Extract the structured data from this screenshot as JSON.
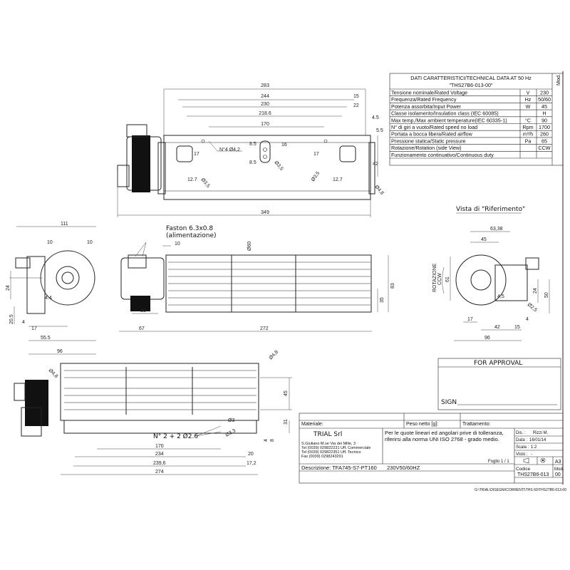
{
  "tech_table": {
    "title": "DATI CARATTERISTICI/TECHNICAL DATA AT 50 Hz",
    "code": "\"THS27B6-013-00\"",
    "mod_label": "Mod.",
    "rows": [
      {
        "label": "Tensione  nominale/Rated Voltage",
        "unit": "V",
        "value": "230"
      },
      {
        "label": "Frequenza/Rated Frequency",
        "unit": "Hz",
        "value": "50/60"
      },
      {
        "label": "Potenza assorbita/Input Power",
        "unit": "W",
        "value": "45"
      },
      {
        "label": "Classe isolamento/Insulation class (IEC 60085)",
        "unit": "",
        "value": "H"
      },
      {
        "label": "Max temp,/Max ambient temperature(IEC 60335-1)",
        "unit": "°C",
        "value": "90"
      },
      {
        "label": "N° di giri a vuoto/Rated speed no load",
        "unit": "Rpm",
        "value": "1700"
      },
      {
        "label": "Portata a bocca libera/Rated airflow",
        "unit": "m³/h",
        "value": "260"
      },
      {
        "label": "Pressione statica/Static pressure",
        "unit": "Pa",
        "value": "65"
      },
      {
        "label": "Rotazione/Rotation (side View)",
        "unit": "",
        "value": "CCW"
      },
      {
        "label": "Funzionamento continuativo/Continuous duty",
        "unit": "",
        "value": ""
      }
    ]
  },
  "top_view": {
    "dims": [
      "283",
      "244",
      "230",
      "218.6",
      "170",
      "15",
      "22",
      "4.5",
      "5.5",
      "42",
      "16",
      "8.5",
      "8.5",
      "17",
      "17",
      "12.7",
      "12.7",
      "349"
    ],
    "holes": [
      "N°4 Ø4,2",
      "Ø3,5",
      "Ø3,5",
      "Ø3,5",
      "Ø4,8"
    ]
  },
  "end_view_left": {
    "dims": [
      "111",
      "10",
      "10",
      "24",
      "20.5",
      "4",
      "17",
      "55.5",
      "96",
      "4.4"
    ]
  },
  "side_view": {
    "faston": "Faston 6.3x0.8",
    "faston_sub": "(alimentazione)",
    "dims": [
      "10",
      "Ø60",
      "30",
      "67",
      "272",
      "83",
      "35"
    ]
  },
  "reference_view": {
    "title": "Vista di \"Riferimento\"",
    "rotation": "ROTAZIONE",
    "rotation_dir": "CCW",
    "dims": [
      "63,38",
      "45",
      "61",
      "24",
      "50",
      "17",
      "4",
      "42",
      "15",
      "96",
      "Ø2,5",
      "4,5"
    ]
  },
  "bottom_view": {
    "holes": [
      "Ø4,8",
      "Ø4,8",
      "Ø3",
      "Ø3,3"
    ],
    "holes_note": "N° 2 + 2  Ø2.6",
    "dims": [
      "45",
      "31",
      "4",
      "8",
      "170",
      "234",
      "20",
      "239,6",
      "17,2",
      "274"
    ]
  },
  "approval": {
    "title": "FOR APPROVAL",
    "sign_label": "SIGN"
  },
  "title_block": {
    "materiale": "Materiale:",
    "peso": "Peso netto [g]:",
    "trattamento": "Trattamento:",
    "company": "TRIAL Srl",
    "address": "S.Giuliano M.se Via dei Mille, 3",
    "tel1": "Tel  (0039) 029822231 Uff. Commerciale",
    "tel2": "Tel  (0039) 029822351 Uff. Tecnico",
    "fax": "Fax (0039) 0298243291",
    "tolerance1": "Per le quote lineari ed angolari prive di tolleranza,",
    "tolerance2": "riferirsi alla norma UNI ISO 2768 - grado medio.",
    "foglio": "Foglio  1  /  1",
    "dis": "Dis. :",
    "dis_val": "Rizzi M.",
    "data": "Data :",
    "data_val": "16/01/14",
    "scala": "Scala :",
    "scala_val": "1:2",
    "visto": "Visto :",
    "visto_val": "-",
    "format": "A3",
    "descrizione": "Descrizione: TFA745-S7-PT160",
    "voltage": "230V50/60HZ",
    "codice": "Codice",
    "codice_val": "THS27B6-013",
    "mod": "Mod.",
    "mod_val": "00",
    "path": "G:\\TRIAL\\DISEGNI\\CORRENTI\\THS 60\\THS27B6-013-00"
  }
}
